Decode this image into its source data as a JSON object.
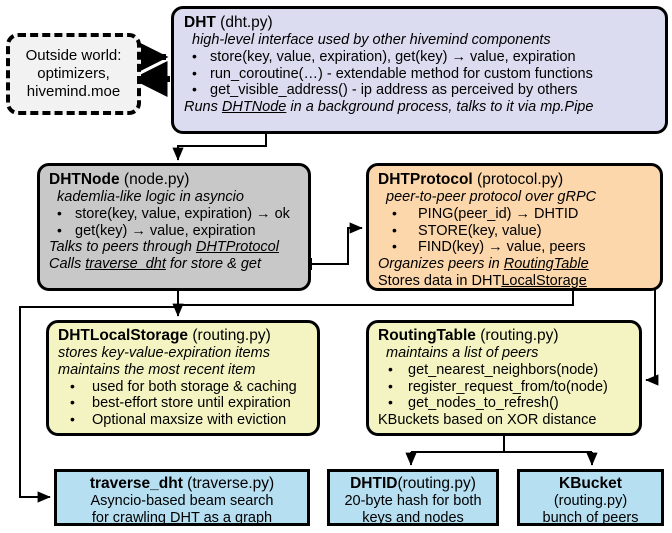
{
  "diagram": {
    "title": "hivemind DHT architecture",
    "colors": {
      "dht": "#dcdcf0",
      "dhtnode": "#c8c8c8",
      "dhtprotocol": "#fbd7ab",
      "storage_routing": "#f4f4c3",
      "leaf": "#b6dff2",
      "outline": "#000000"
    }
  },
  "outside_world": {
    "line1": "Outside world:",
    "line2": "optimizers,",
    "line3": "hivemind.moe"
  },
  "dht": {
    "name": "DHT",
    "file": "(dht.py)",
    "subtitle": "high-level interface used by other hivemind components",
    "items": [
      "store(key, value, expiration), get(key) → value, expiration",
      "run_coroutine(…) - extendable method for custom functions",
      "get_visible_address() - ip address as perceived by others"
    ],
    "footer_pre": "Runs ",
    "footer_link": "DHTNode",
    "footer_post": " in a background process, talks to it via mp.Pipe"
  },
  "dhtnode": {
    "name": "DHTNode",
    "file": "(node.py)",
    "subtitle": "kademlia-like logic in asyncio",
    "items": [
      "store(key, value, expiration) → ok",
      "get(key) → value, expiration"
    ],
    "footer1_pre": "Talks to peers through ",
    "footer1_link": "DHTProtocol",
    "footer2_pre": "Calls ",
    "footer2_link": "traverse_dht",
    "footer2_post": " for store & get"
  },
  "dhtprotocol": {
    "name": "DHTProtocol",
    "file": "(protocol.py)",
    "subtitle": "peer-to-peer protocol over gRPC",
    "items": [
      "PING(peer_id) → DHTID",
      "STORE(key, value)",
      "FIND(key) → value, peers"
    ],
    "footer1_pre": "Organizes peers in ",
    "footer1_link": "RoutingTable",
    "footer2_pre": "Stores data in DHT",
    "footer2_link": "LocalStorage"
  },
  "dhtlocalstorage": {
    "name": "DHTLocalStorage",
    "file": "(routing.py)",
    "subtitle1": "stores key-value-expiration items",
    "subtitle2": "maintains the most recent item",
    "items": [
      "used for both storage & caching",
      "best-effort store until expiration",
      "Optional maxsize with eviction"
    ]
  },
  "routingtable": {
    "name": "RoutingTable",
    "file": "(routing.py)",
    "subtitle": "maintains a list of peers",
    "items": [
      "get_nearest_neighbors(node)",
      "register_request_from/to(node)",
      "get_nodes_to_refresh()"
    ],
    "footer": "KBuckets based on XOR distance"
  },
  "traverse_dht": {
    "name": "traverse_dht",
    "file": "(traverse.py)",
    "line1": "Asyncio-based beam search",
    "line2": "for crawling DHT as a graph"
  },
  "dhtid": {
    "name": "DHTID",
    "file": "(routing.py)",
    "line1": "20-byte hash for both",
    "line2": "keys and nodes"
  },
  "kbucket": {
    "name": "KBucket",
    "file": "(routing.py)",
    "line1": "bunch of peers"
  }
}
